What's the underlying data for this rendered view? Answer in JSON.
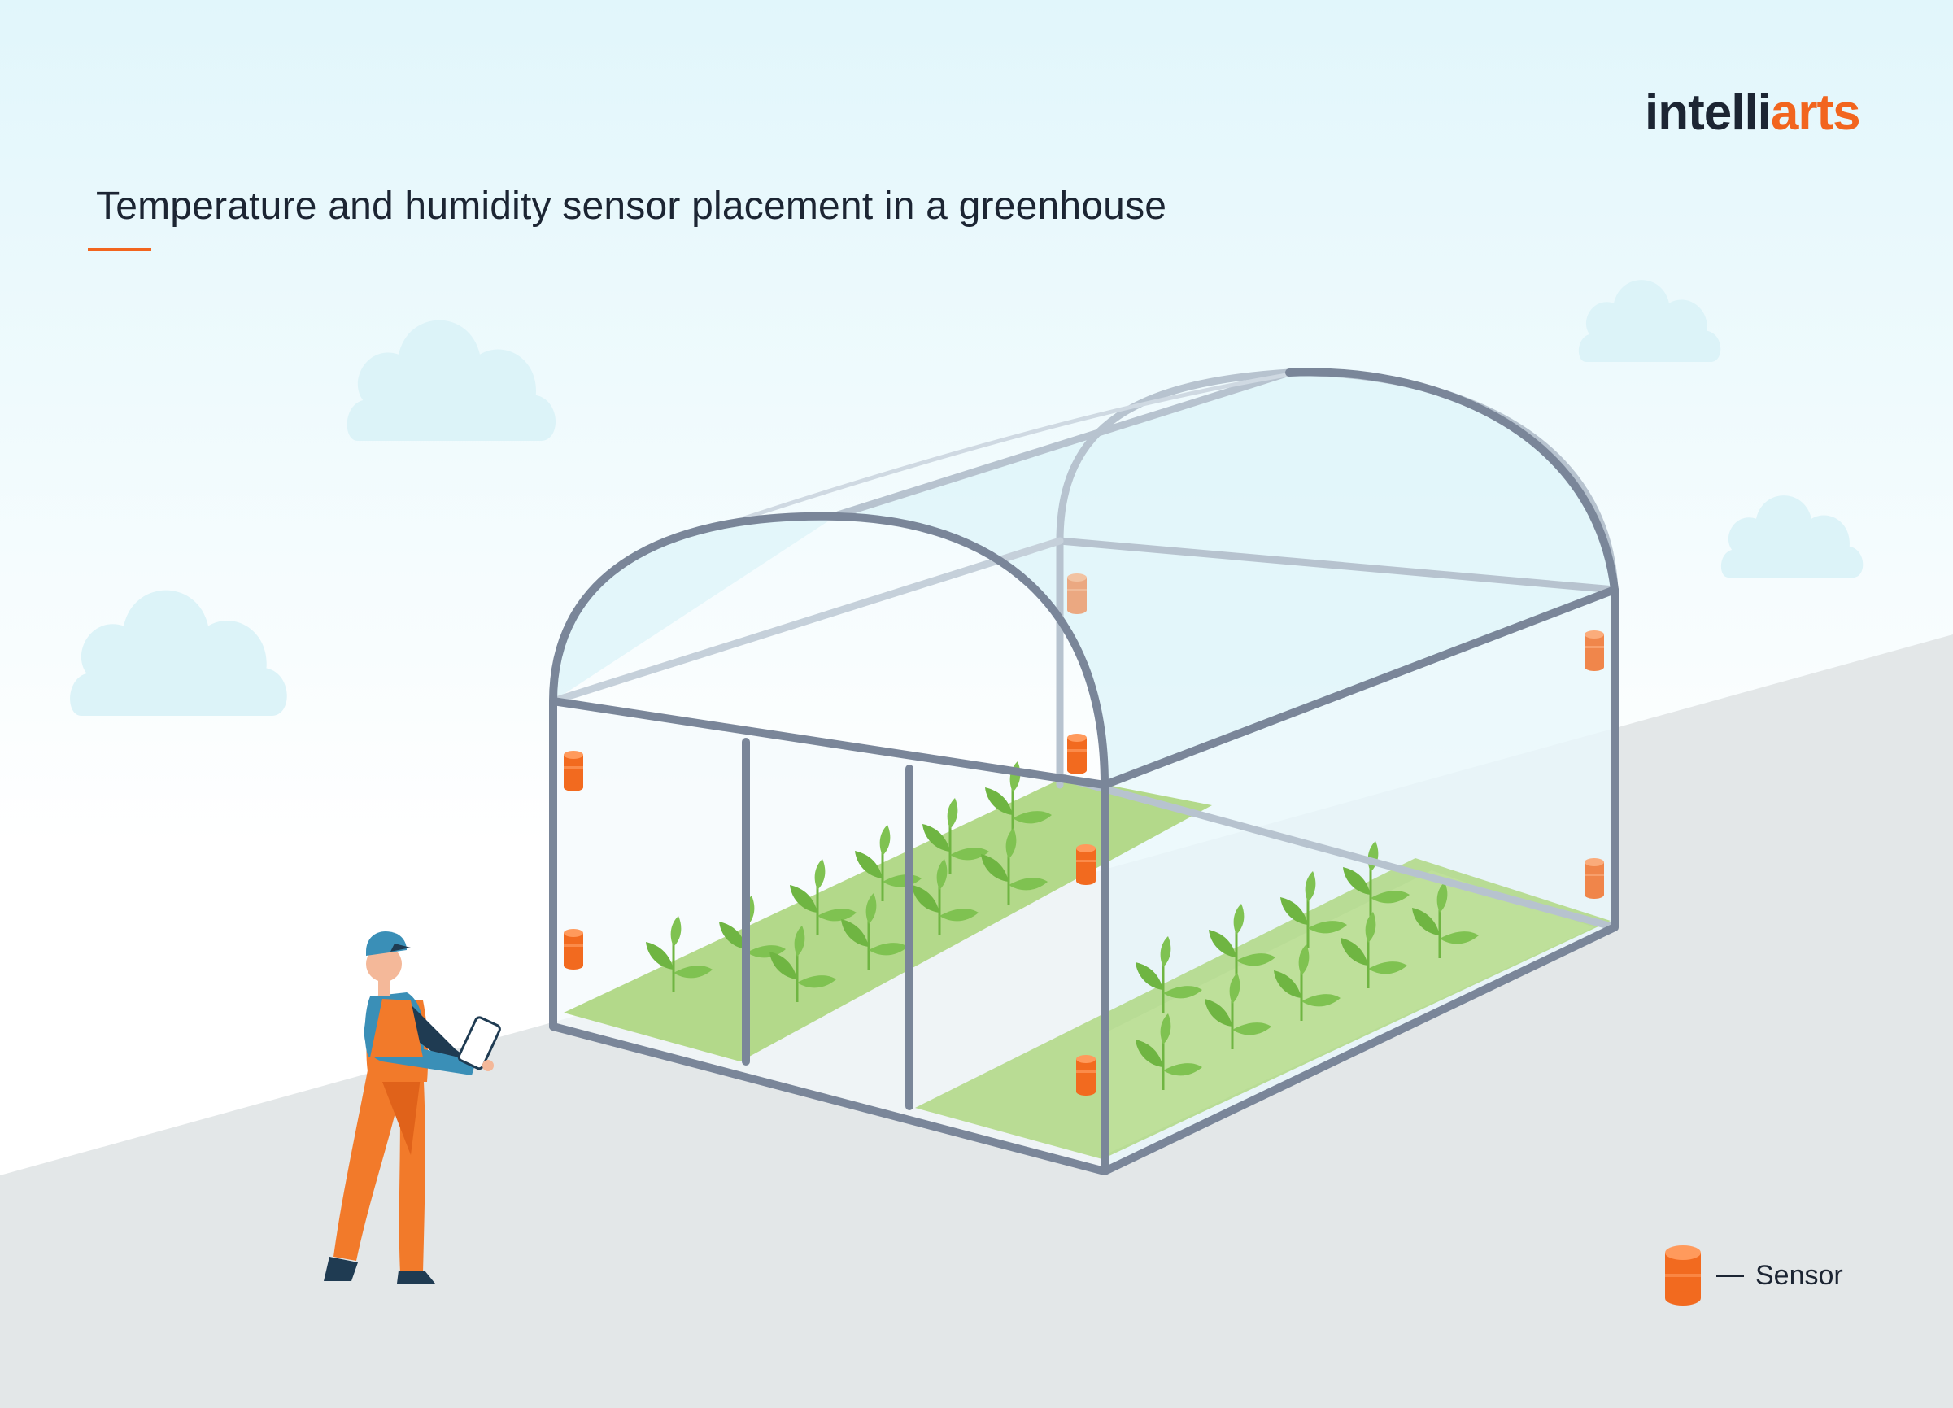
{
  "title": "Temperature and humidity sensor placement in a greenhouse",
  "logo": {
    "part1": "intelli",
    "part2": "arts"
  },
  "legend": {
    "label": "Sensor",
    "icon": "sensor-cylinder-icon"
  },
  "colors": {
    "accent": "#f2651e",
    "frame": "#7a8699",
    "plant": "#6fb542",
    "bed": "#b3d98a",
    "ground": "#e3e7e8",
    "sky": "#e1f6fb"
  }
}
